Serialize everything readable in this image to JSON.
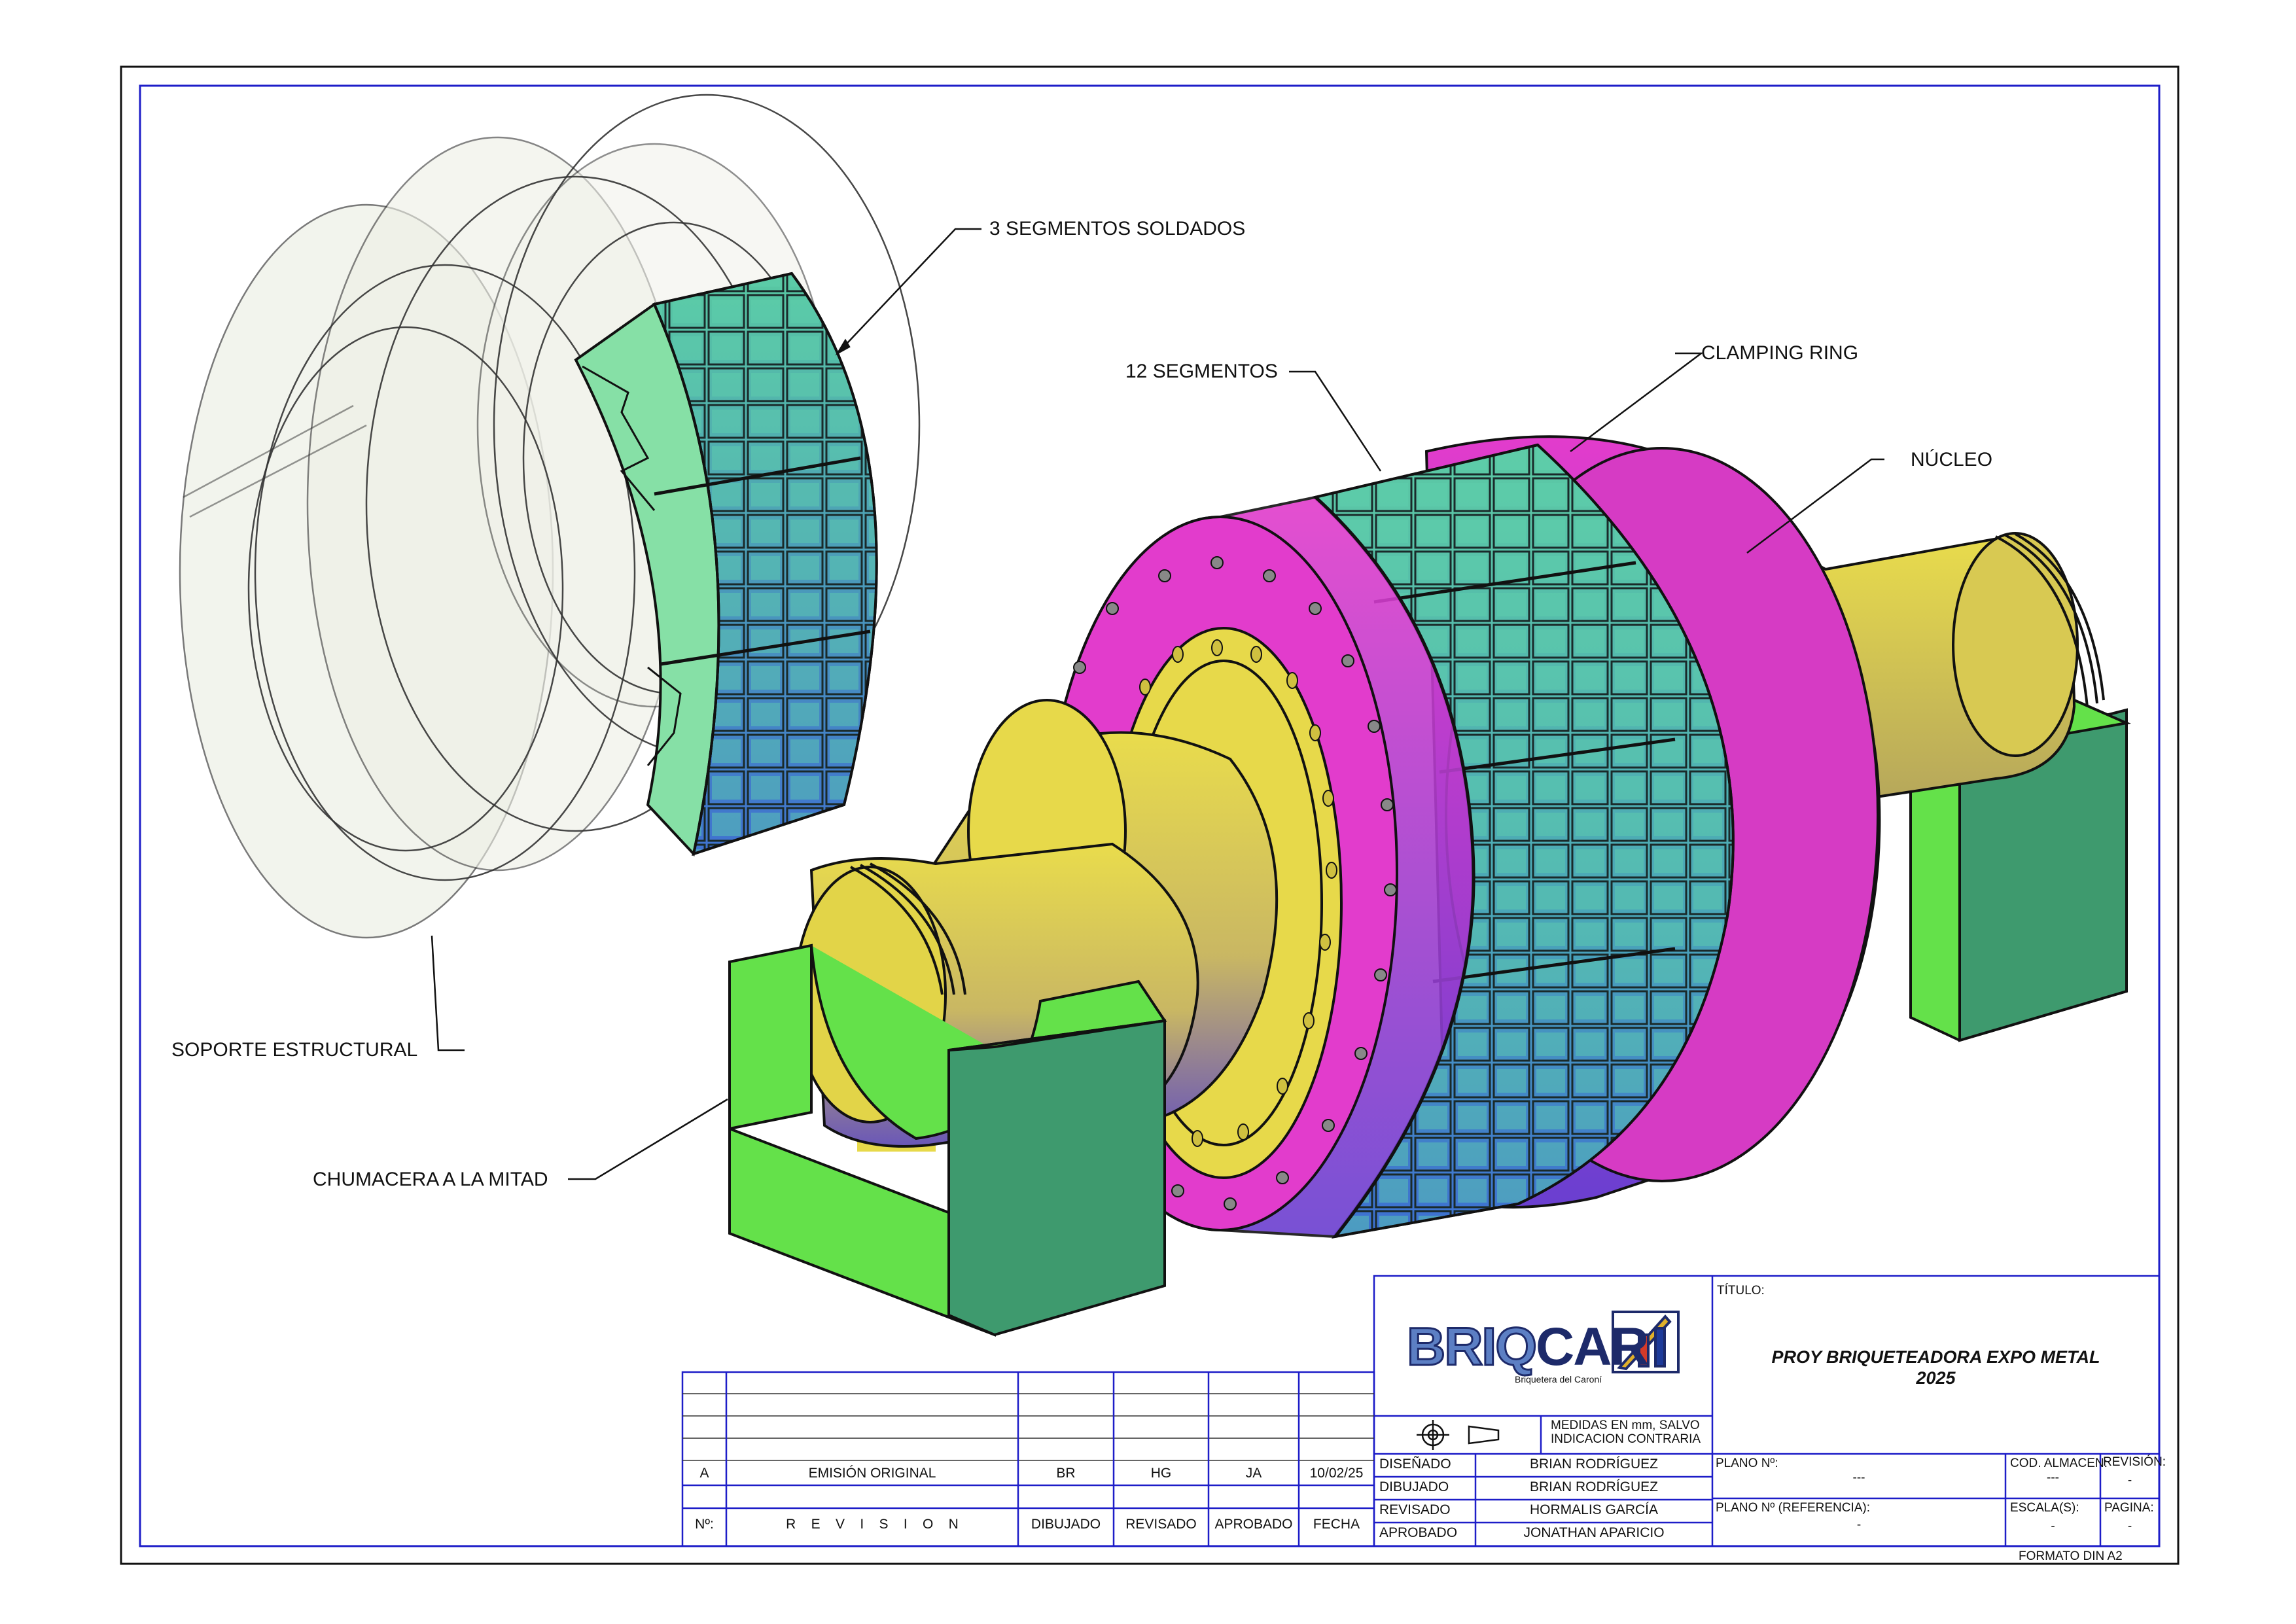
{
  "callouts": {
    "soldados": "3 SEGMENTOS SOLDADOS",
    "segmentos": "12 SEGMENTOS",
    "clamping": "CLAMPING RING",
    "nucleo": "NÚCLEO",
    "soporte": "SOPORTE ESTRUCTURAL",
    "chumacera": "CHUMACERA A LA MITAD"
  },
  "colors": {
    "border": "#1d1dc8",
    "outline": "#111111",
    "magenta": "#e23ccc",
    "yellow": "#e7d94a",
    "green_light": "#64e14a",
    "green_dark": "#3e9a6e",
    "segment_teal": "#54c7a3",
    "segment_blue": "#3f7fd0"
  },
  "logo": {
    "brand_a": "BRIQ",
    "brand_b": "CAR",
    "tagline": "Briquetera del Caroní"
  },
  "title_block": {
    "titulo_label": "TÍTULO:",
    "title_line1": "PROY BRIQUETEADORA EXPO METAL",
    "title_line2": "2025",
    "medidas": "MEDIDAS  EN  mm,  SALVO",
    "medidas2": "INDICACION  CONTRARIA",
    "roles": [
      {
        "role": "DISEÑADO",
        "name": "BRIAN RODRÍGUEZ"
      },
      {
        "role": "DIBUJADO",
        "name": "BRIAN RODRÍGUEZ"
      },
      {
        "role": "REVISADO",
        "name": "HORMALIS GARCÍA"
      },
      {
        "role": "APROBADO",
        "name": "JONATHAN APARICIO"
      }
    ],
    "plano_label": "PLANO  Nº:",
    "plano_value": "---",
    "cod_label": "COD.  ALMACEN:",
    "cod_value": "---",
    "revision_label": "REVISIÓN:",
    "revision_value": "-",
    "plano_ref_label": "PLANO  Nº  (REFERENCIA):",
    "plano_ref_value": "-",
    "escala_label": "ESCALA(S):",
    "escala_value": "-",
    "pagina_label": "PAGINA:",
    "pagina_value": "-",
    "formato": "FORMATO  DIN  A2"
  },
  "revision_table": {
    "row_a": {
      "rev": "A",
      "desc": "EMISIÓN  ORIGINAL",
      "dibujado": "BR",
      "revisado": "HG",
      "aprobado": "JA",
      "fecha": "10/02/25"
    },
    "header": {
      "rev": "Nº:",
      "desc": "R    E    V    I    S    I    O    N",
      "dibujado": "DIBUJADO",
      "revisado": "REVISADO",
      "aprobado": "APROBADO",
      "fecha": "FECHA"
    }
  }
}
